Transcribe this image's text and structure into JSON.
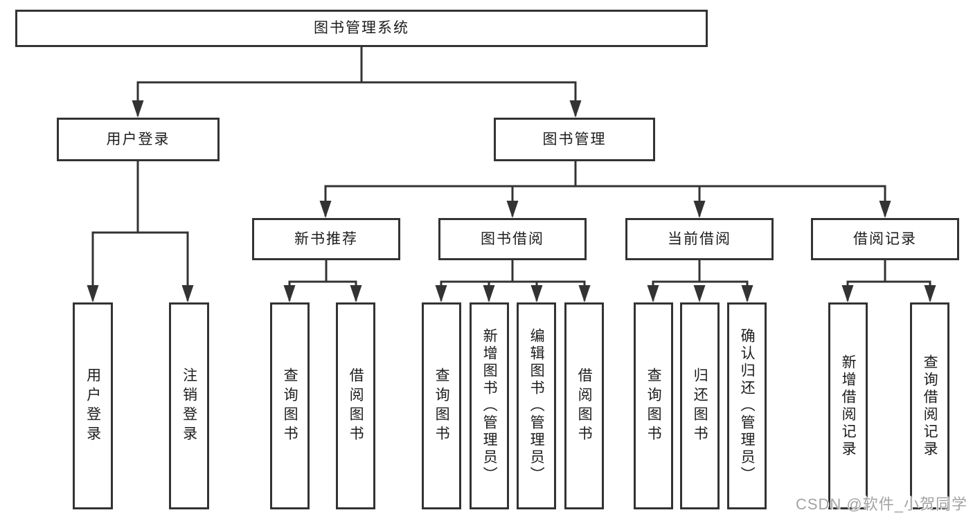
{
  "root": {
    "label": "图书管理系统"
  },
  "branches": [
    {
      "label": "用户登录",
      "children": [
        {
          "label": "用户登录"
        },
        {
          "label": "注销登录"
        }
      ]
    },
    {
      "label": "图书管理",
      "children": [
        {
          "label": "新书推荐",
          "children": [
            {
              "label": "查询图书"
            },
            {
              "label": "借阅图书"
            }
          ]
        },
        {
          "label": "图书借阅",
          "children": [
            {
              "label": "查询图书"
            },
            {
              "label": "新增图书（管理员）"
            },
            {
              "label": "编辑图书（管理员）"
            },
            {
              "label": "借阅图书"
            }
          ]
        },
        {
          "label": "当前借阅",
          "children": [
            {
              "label": "查询图书"
            },
            {
              "label": "归还图书"
            },
            {
              "label": "确认归还（管理员）"
            }
          ]
        },
        {
          "label": "借阅记录",
          "children": [
            {
              "label": "新增借阅记录"
            },
            {
              "label": "查询借阅记录"
            }
          ]
        }
      ]
    }
  ],
  "watermark": "CSDN @软件_小贺同学",
  "colors": {
    "line": "#333333",
    "box_border": "#333333",
    "text": "#1c1c1c",
    "background": "#ffffff",
    "watermark": "#a3a3a3"
  }
}
